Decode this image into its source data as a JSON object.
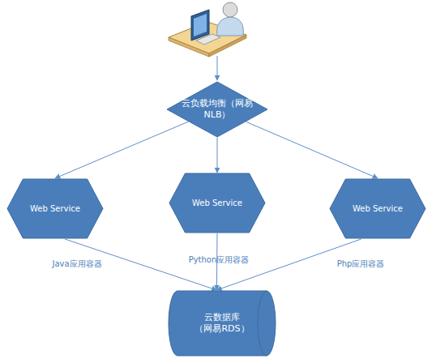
{
  "diagram": {
    "nodes": [
      {
        "text": [
          "云负载均衡（网易 NLB）"
        ]
      },
      {
        "text": [
          "Web Service",
          "Java应用容器"
        ]
      },
      {
        "text": [
          "Web Service",
          "Python应用容器"
        ]
      },
      {
        "text": [
          "Web Service",
          "Php应用容器"
        ]
      },
      {
        "text": [
          "云数据库 （网易RDS）"
        ]
      }
    ],
    "edges": [
      {
        "from": 0,
        "to": 1,
        "arrow": "to"
      },
      {
        "from": 0,
        "to": 2,
        "arrow": "to"
      },
      {
        "from": 0,
        "to": 3,
        "arrow": "to"
      },
      {
        "from": 1,
        "to": 4,
        "arrow": "to"
      },
      {
        "from": 2,
        "to": 4,
        "arrow": "to"
      },
      {
        "from": 3,
        "to": 4,
        "arrow": "to"
      }
    ]
  }
}
